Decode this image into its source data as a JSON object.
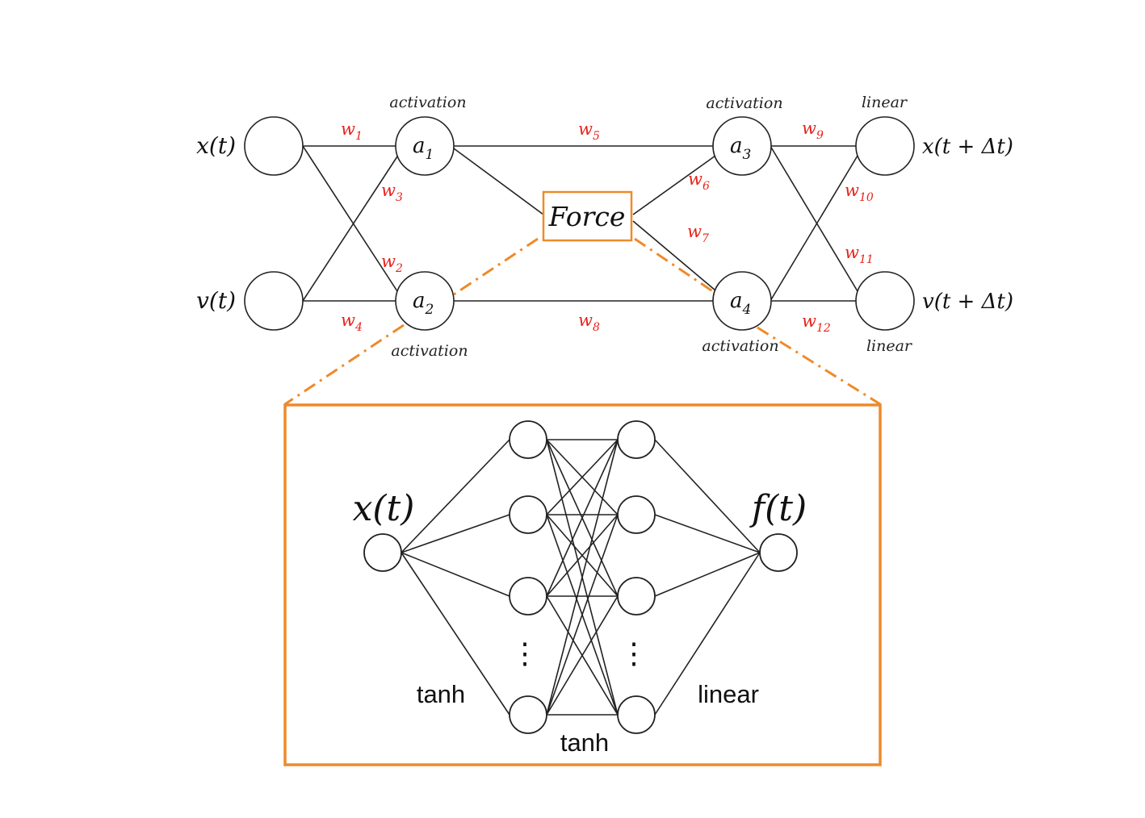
{
  "colors": {
    "line": "#222222",
    "weight": "#e8201a",
    "orange": "#ee8a2a"
  },
  "top": {
    "inputs": {
      "x": "x(t)",
      "v": "v(t)"
    },
    "outputs": {
      "x": "x(t + Δt)",
      "v": "v(t + Δt)"
    },
    "hidden": {
      "a1": {
        "base": "a",
        "sub": "1"
      },
      "a2": {
        "base": "a",
        "sub": "2"
      },
      "a3": {
        "base": "a",
        "sub": "3"
      },
      "a4": {
        "base": "a",
        "sub": "4"
      }
    },
    "force_label": "Force",
    "layer_labels": {
      "a1": "activation",
      "a2": "activation",
      "a3": "activation",
      "a4": "activation",
      "out_x": "linear",
      "out_v": "linear"
    },
    "weights": [
      {
        "base": "w",
        "sub": "1"
      },
      {
        "base": "w",
        "sub": "2"
      },
      {
        "base": "w",
        "sub": "3"
      },
      {
        "base": "w",
        "sub": "4"
      },
      {
        "base": "w",
        "sub": "5"
      },
      {
        "base": "w",
        "sub": "6"
      },
      {
        "base": "w",
        "sub": "7"
      },
      {
        "base": "w",
        "sub": "8"
      },
      {
        "base": "w",
        "sub": "9"
      },
      {
        "base": "w",
        "sub": "10"
      },
      {
        "base": "w",
        "sub": "11"
      },
      {
        "base": "w",
        "sub": "12"
      }
    ]
  },
  "inset": {
    "input": "x(t)",
    "output": "f(t)",
    "labels": {
      "left": "tanh",
      "middle": "tanh",
      "right": "linear"
    },
    "ellipsis": "⋮"
  }
}
